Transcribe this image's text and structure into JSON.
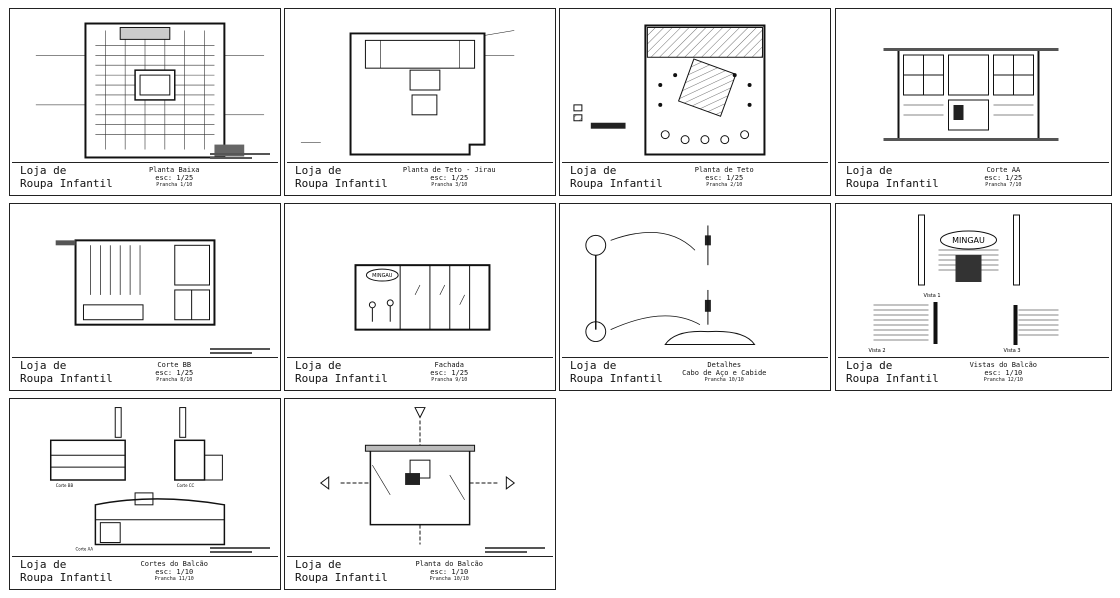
{
  "sheets": [
    {
      "project_line1": "Loja de",
      "project_line2": "Roupa Infantil",
      "title": "Planta Baixa",
      "scale": "esc: 1/25",
      "sheet": "Prancha 1/10"
    },
    {
      "project_line1": "Loja de",
      "project_line2": "Roupa Infantil",
      "title": "Planta de Teto - Jirau",
      "scale": "esc: 1/25",
      "sheet": "Prancha 3/10"
    },
    {
      "project_line1": "Loja de",
      "project_line2": "Roupa Infantil",
      "title": "Planta de Teto",
      "scale": "esc: 1/25",
      "sheet": "Prancha 2/10"
    },
    {
      "project_line1": "Loja de",
      "project_line2": "Roupa Infantil",
      "title": "Corte AA",
      "scale": "esc: 1/25",
      "sheet": "Prancha 7/10"
    },
    {
      "project_line1": "Loja de",
      "project_line2": "Roupa Infantil",
      "title": "Corte BB",
      "scale": "esc: 1/25",
      "sheet": "Prancha 8/10"
    },
    {
      "project_line1": "Loja de",
      "project_line2": "Roupa Infantil",
      "title": "Fachada",
      "scale": "esc: 1/25",
      "sheet": "Prancha 9/10"
    },
    {
      "project_line1": "Loja de",
      "project_line2": "Roupa Infantil",
      "title": "Detalhes",
      "scale": "Cabo de Aço e Cabide",
      "sheet": "Prancha 10/10"
    },
    {
      "project_line1": "Loja de",
      "project_line2": "Roupa Infantil",
      "title": "Vistas do Balcão",
      "scale": "esc: 1/10",
      "sheet": "Prancha 12/10"
    },
    {
      "project_line1": "Loja de",
      "project_line2": "Roupa Infantil",
      "title": "Cortes do Balcão",
      "scale": "esc: 1/10",
      "sheet": "Prancha 11/10"
    },
    {
      "project_line1": "Loja de",
      "project_line2": "Roupa Infantil",
      "title": "Planta do Balcão",
      "scale": "esc: 1/10",
      "sheet": "Prancha 10/10"
    }
  ],
  "drawing_labels": {
    "sign_text": "MINGAU",
    "fachada_sign": "MINGAU",
    "vista1": "Vista 1",
    "vista2": "Vista 2",
    "vista3": "Vista 3",
    "corte_bb": "Corte BB",
    "corte_cc": "Corte CC",
    "corte_aa": "Corte AA"
  }
}
